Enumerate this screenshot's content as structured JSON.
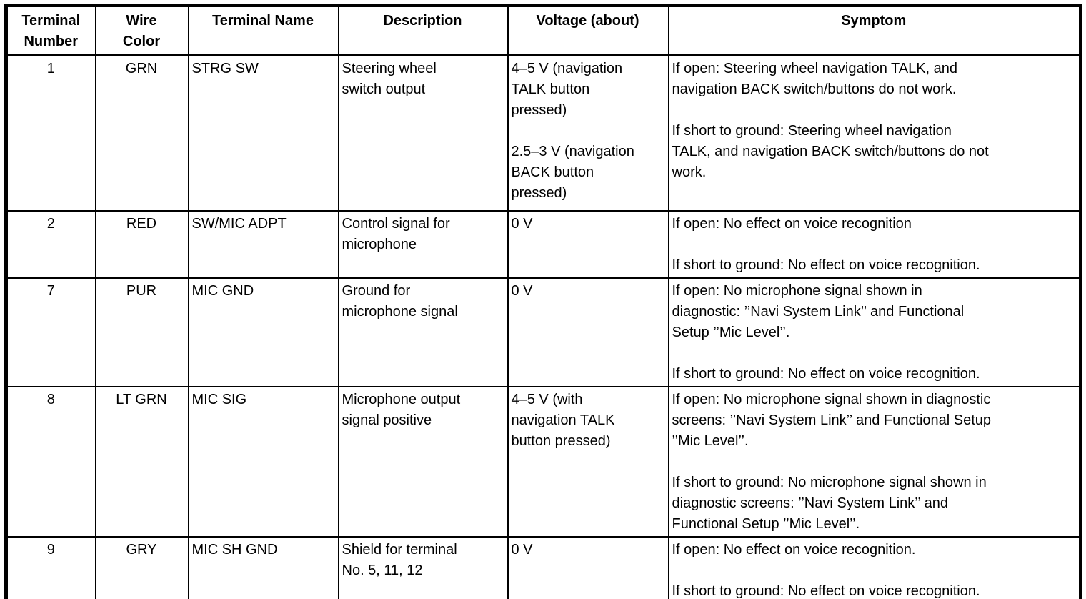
{
  "colors": {
    "background": "#ffffff",
    "border": "#000000",
    "text": "#000000"
  },
  "table": {
    "columns": [
      {
        "id": "terminal-number",
        "lines": [
          "Terminal",
          "Number"
        ],
        "align": "center"
      },
      {
        "id": "wire-color",
        "lines": [
          "Wire",
          "Color"
        ],
        "align": "center"
      },
      {
        "id": "terminal-name",
        "lines": [
          "Terminal Name"
        ],
        "align": "left"
      },
      {
        "id": "description",
        "lines": [
          "Description"
        ],
        "align": "left"
      },
      {
        "id": "voltage",
        "lines": [
          "Voltage (about)"
        ],
        "align": "left"
      },
      {
        "id": "symptom",
        "lines": [
          "Symptom"
        ],
        "align": "left"
      }
    ],
    "rows": [
      {
        "terminal_number": "1",
        "wire_color": "GRN",
        "terminal_name": "STRG SW",
        "description": [
          [
            "Steering wheel",
            "switch output"
          ]
        ],
        "voltage": [
          [
            "4–5 V (navigation",
            "TALK button",
            "pressed)"
          ],
          [
            "2.5–3 V (navigation",
            "BACK button",
            "pressed)"
          ]
        ],
        "symptom": [
          [
            "If open: Steering wheel navigation TALK, and",
            "navigation BACK switch/buttons do not work."
          ],
          [
            "If short to ground: Steering wheel navigation",
            "TALK, and navigation BACK switch/buttons do not",
            "work."
          ]
        ]
      },
      {
        "terminal_number": "2",
        "wire_color": "RED",
        "terminal_name": "SW/MIC ADPT",
        "description": [
          [
            "Control signal for",
            "microphone"
          ]
        ],
        "voltage": [
          [
            "0 V"
          ]
        ],
        "symptom": [
          [
            "If open: No effect on voice recognition"
          ],
          [
            "If short to ground: No effect on voice recognition."
          ]
        ]
      },
      {
        "terminal_number": "7",
        "wire_color": "PUR",
        "terminal_name": "MIC GND",
        "description": [
          [
            "Ground for",
            "microphone signal"
          ]
        ],
        "voltage": [
          [
            "0 V"
          ]
        ],
        "symptom": [
          [
            "If open: No microphone signal shown in",
            "diagnostic: ’’Navi System Link’’ and Functional",
            "Setup ’’Mic Level’’."
          ],
          [
            "If short to ground: No effect on voice recognition."
          ]
        ]
      },
      {
        "terminal_number": "8",
        "wire_color": "LT GRN",
        "terminal_name": "MIC SIG",
        "description": [
          [
            "Microphone output",
            "signal positive"
          ]
        ],
        "voltage": [
          [
            "4–5 V (with",
            "navigation TALK",
            "button pressed)"
          ]
        ],
        "symptom": [
          [
            "If open: No microphone signal shown in diagnostic",
            "screens: ’’Navi System Link’’ and Functional Setup",
            "’’Mic Level’’."
          ],
          [
            "If short to ground: No microphone signal shown in",
            "diagnostic screens: ’’Navi System Link’’ and",
            "Functional Setup ’’Mic Level’’."
          ]
        ]
      },
      {
        "terminal_number": "9",
        "wire_color": "GRY",
        "terminal_name": "MIC SH GND",
        "description": [
          [
            "Shield for terminal",
            "No. 5, 11, 12"
          ]
        ],
        "voltage": [
          [
            "0 V"
          ]
        ],
        "symptom": [
          [
            "If open: No effect on voice recognition."
          ],
          [
            "If short to ground: No effect on voice recognition."
          ]
        ]
      }
    ]
  }
}
